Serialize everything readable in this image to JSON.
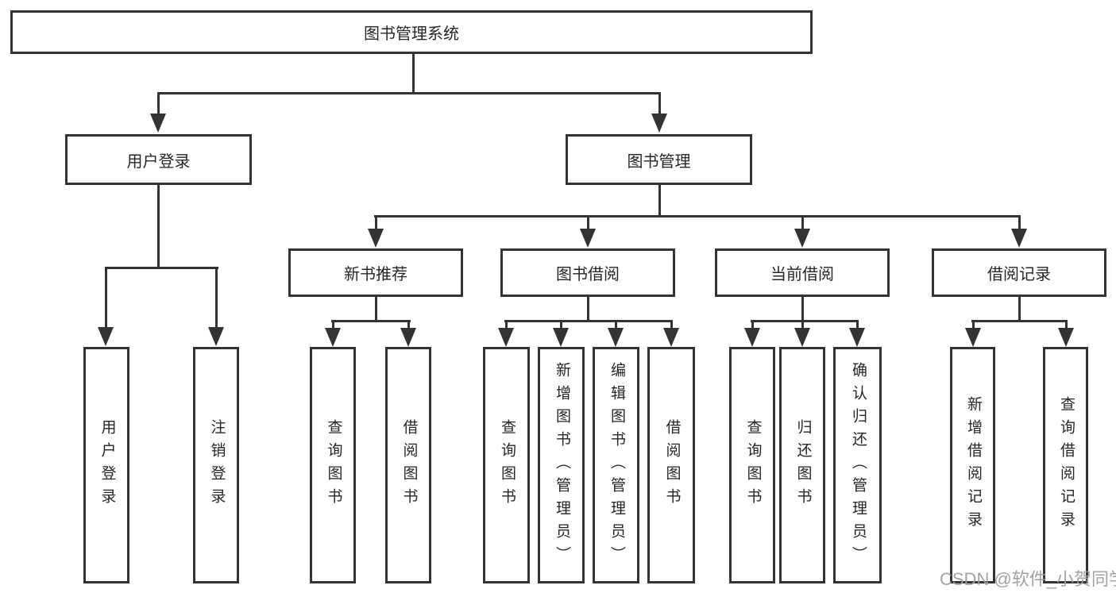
{
  "diagram": {
    "root": {
      "label": "图书管理系统"
    },
    "branches": [
      {
        "label": "用户登录",
        "children": [
          "用户登录",
          "注销登录"
        ]
      },
      {
        "label": "图书管理",
        "groups": [
          {
            "label": "新书推荐",
            "children": [
              "查询图书",
              "借阅图书"
            ]
          },
          {
            "label": "图书借阅",
            "children": [
              "查询图书",
              "新增图书（管理员）",
              "编辑图书（管理员）",
              "借阅图书"
            ]
          },
          {
            "label": "当前借阅",
            "children": [
              "查询图书",
              "归还图书",
              "确认归还（管理员）"
            ]
          },
          {
            "label": "借阅记录",
            "children": [
              "新增借阅记录",
              "查询借阅记录"
            ]
          }
        ]
      }
    ]
  },
  "watermark": "CSDN @软件_小贺同学",
  "colors": {
    "line": "#333333",
    "text": "#262626",
    "background": "#ffffff",
    "watermark": "#9e9e9e"
  }
}
